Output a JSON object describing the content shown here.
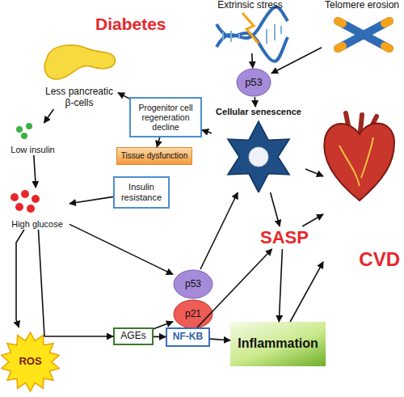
{
  "diagram": {
    "nodes": [
      {
        "text": [
          "Extrinsic stress"
        ]
      },
      {
        "text": [
          "Telomere erosion"
        ]
      },
      {
        "text": [
          "p53"
        ]
      },
      {
        "text": [
          "Less pancreatic β-cells"
        ]
      },
      {
        "text": [
          "Progenitor cell regeneration decline"
        ]
      },
      {
        "text": [
          "Cellular senescence"
        ]
      },
      {
        "text": [
          "Tissue dysfunction"
        ]
      },
      {
        "text": [
          "Low insulin"
        ]
      },
      {
        "text": [
          "Insulin resistance"
        ]
      },
      {
        "text": [
          "High glucose"
        ]
      },
      {
        "text": [
          "p53"
        ]
      },
      {
        "text": [
          "p21"
        ]
      },
      {
        "text": [
          "SASP"
        ]
      },
      {
        "text": [
          "CVD"
        ]
      },
      {
        "text": [
          "AGEs"
        ]
      },
      {
        "text": [
          "NF-KB"
        ]
      },
      {
        "text": [
          "ROS"
        ]
      },
      {
        "text": [
          "Inflammation"
        ]
      }
    ],
    "edges": [
      {
        "from": 0,
        "to": 2,
        "arrow": "to"
      },
      {
        "from": 1,
        "to": 2,
        "arrow": "to"
      },
      {
        "from": 2,
        "to": 5,
        "arrow": "to"
      },
      {
        "from": 5,
        "to": 4,
        "arrow": "to"
      },
      {
        "from": 4,
        "to": 3,
        "arrow": "to"
      },
      {
        "from": 4,
        "to": 6,
        "arrow": "to"
      },
      {
        "from": 3,
        "to": 7,
        "arrow": "to"
      },
      {
        "from": 7,
        "to": 9,
        "arrow": "to"
      },
      {
        "from": 8,
        "to": 9,
        "arrow": "to"
      },
      {
        "from": 9,
        "to": 10,
        "arrow": "to"
      },
      {
        "from": 9,
        "to": 14,
        "arrow": "to"
      },
      {
        "from": 9,
        "to": 16,
        "arrow": "to"
      },
      {
        "from": 14,
        "to": 11,
        "arrow": "to"
      },
      {
        "from": 14,
        "to": 15,
        "arrow": "to"
      },
      {
        "from": 10,
        "to": 5,
        "arrow": "to"
      },
      {
        "from": 15,
        "to": 12,
        "arrow": "to"
      },
      {
        "from": 15,
        "to": 17,
        "arrow": "to"
      },
      {
        "from": 5,
        "to": 12,
        "arrow": "to"
      },
      {
        "from": 5,
        "to": 13,
        "arrow": "to"
      },
      {
        "from": 12,
        "to": 13,
        "arrow": "to"
      },
      {
        "from": 12,
        "to": 17,
        "arrow": "to"
      },
      {
        "from": 17,
        "to": 13,
        "arrow": "to"
      }
    ],
    "labels": [
      "Diabetes"
    ]
  }
}
